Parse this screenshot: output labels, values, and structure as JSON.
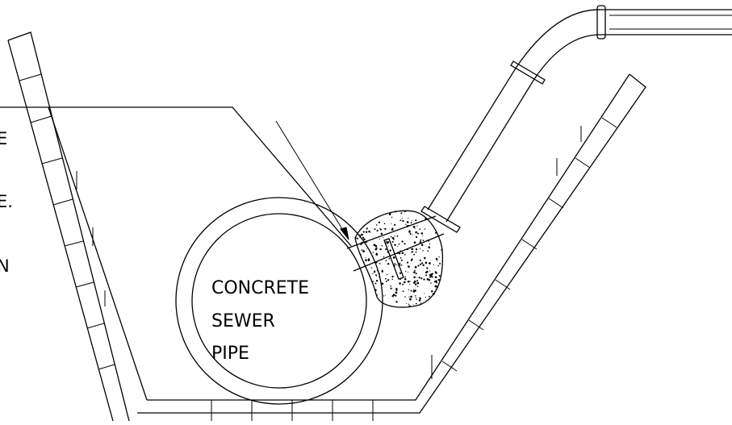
{
  "labels": {
    "pipe_line_1": "CONCRETE",
    "pipe_line_2": "SEWER",
    "pipe_line_3": "PIPE"
  },
  "cropped_left_text": [
    "E",
    "E.",
    "N"
  ]
}
